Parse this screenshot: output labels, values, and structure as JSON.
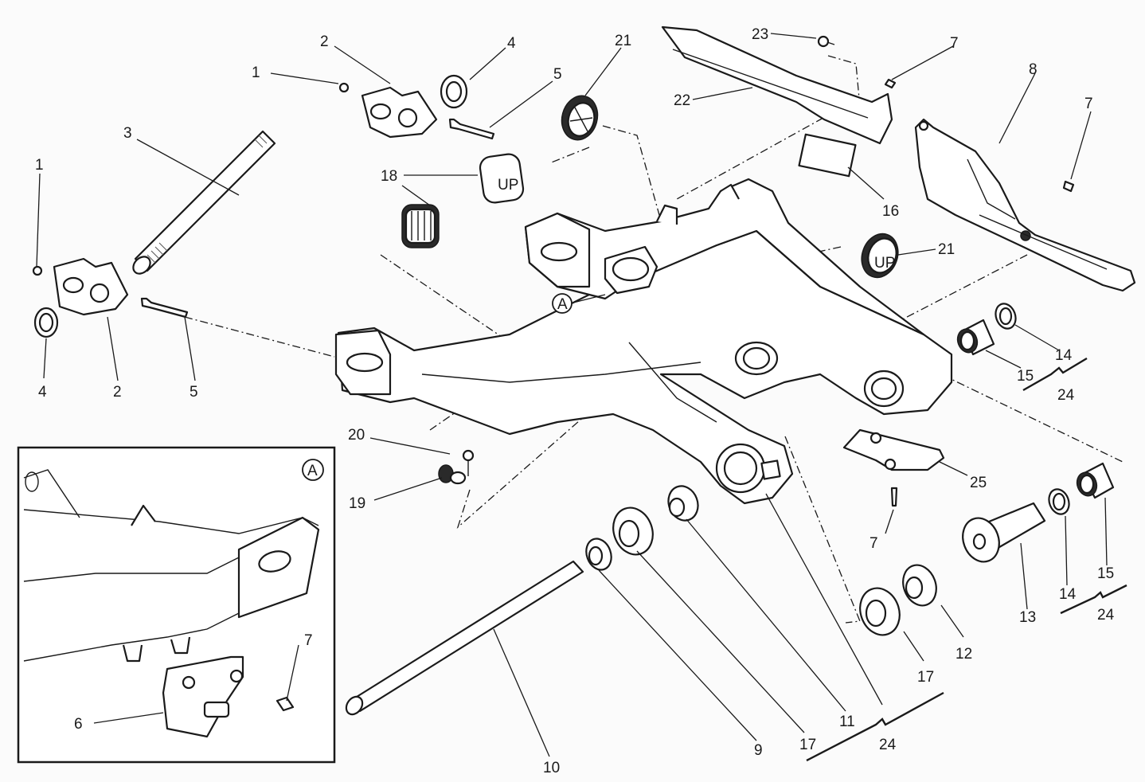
{
  "diagram": {
    "title": "Swingarm assembly exploded view",
    "background_color": "#fbfbfb",
    "line_color": "#1a1a1a",
    "inset": {
      "marker": "A"
    },
    "detail_marker": "A",
    "labels": {
      "l1a": "1",
      "l2a": "2",
      "l4a": "4",
      "l5a": "5",
      "l21a": "21",
      "l23": "23",
      "l7a": "7",
      "l8": "8",
      "l22": "22",
      "l7b": "7",
      "l3": "3",
      "l1b": "1",
      "l18a": "18",
      "l16": "16",
      "l21b": "21",
      "l4b": "4",
      "l2b": "2",
      "l5b": "5",
      "l14a": "14",
      "l15a": "15",
      "l24a": "24",
      "l20": "20",
      "l19": "19",
      "l25": "25",
      "l7c": "7",
      "l7d": "7",
      "l6": "6",
      "l10": "10",
      "l9": "9",
      "l17a": "17",
      "l11": "11",
      "l24b": "24",
      "l17b": "17",
      "l12": "12",
      "l13": "13",
      "l14b": "14",
      "l15b": "15",
      "l24c": "24"
    },
    "plug_text": "UP"
  }
}
